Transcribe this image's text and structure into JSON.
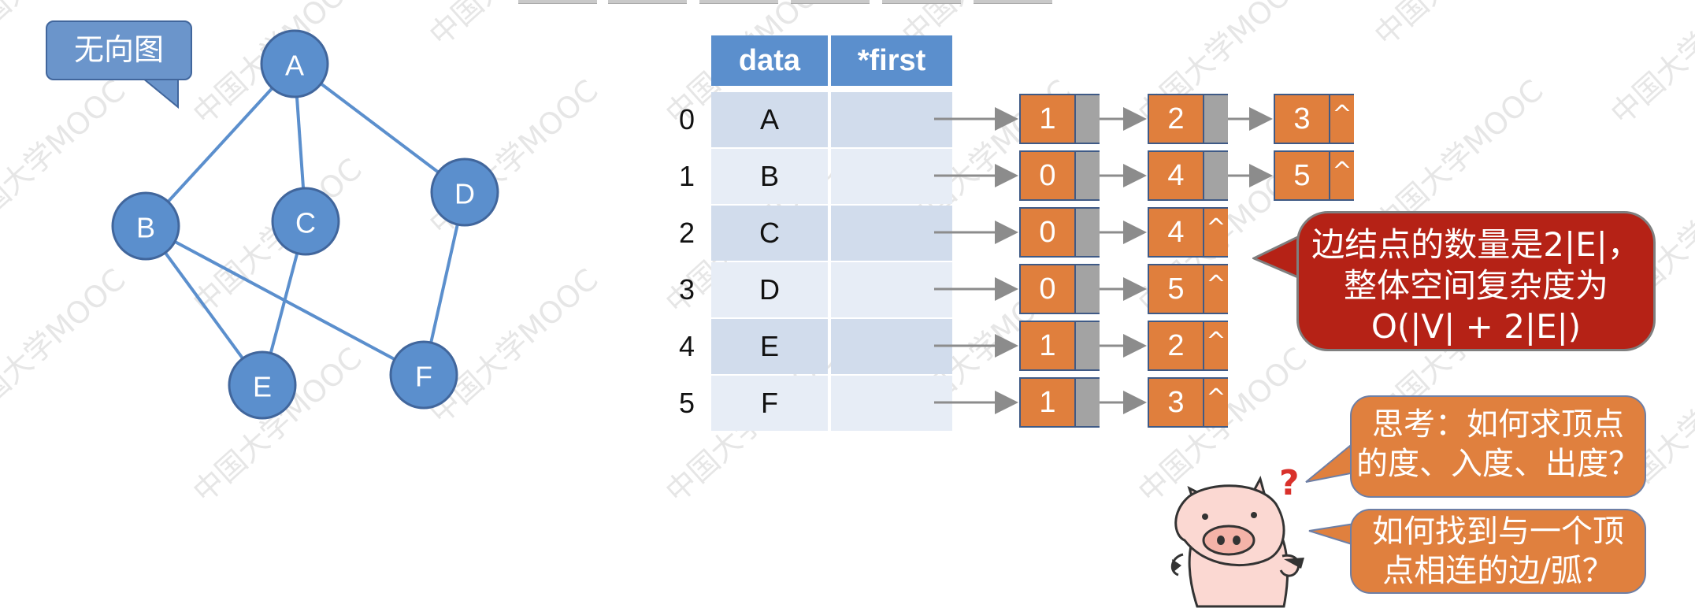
{
  "tag_label": "无向图",
  "graph": {
    "vertices": [
      "A",
      "B",
      "C",
      "D",
      "E",
      "F"
    ],
    "edges": [
      [
        "A",
        "B"
      ],
      [
        "A",
        "C"
      ],
      [
        "A",
        "D"
      ],
      [
        "B",
        "E"
      ],
      [
        "B",
        "F"
      ],
      [
        "C",
        "E"
      ],
      [
        "D",
        "F"
      ]
    ]
  },
  "table": {
    "headers": [
      "data",
      "*first"
    ],
    "rows": [
      {
        "index": "0",
        "data": "A",
        "adj": [
          "1",
          "2",
          "3"
        ]
      },
      {
        "index": "1",
        "data": "B",
        "adj": [
          "0",
          "4",
          "5"
        ]
      },
      {
        "index": "2",
        "data": "C",
        "adj": [
          "0",
          "4"
        ]
      },
      {
        "index": "3",
        "data": "D",
        "adj": [
          "0",
          "5"
        ]
      },
      {
        "index": "4",
        "data": "E",
        "adj": [
          "1",
          "2"
        ]
      },
      {
        "index": "5",
        "data": "F",
        "adj": [
          "1",
          "3"
        ]
      }
    ],
    "null_symbol": "^"
  },
  "callout_complexity": [
    "边结点的数量是2|E|，",
    "整体空间复杂度为",
    "O(|V| + 2|E|)"
  ],
  "callout_degree": [
    "思考：如何求顶点",
    "的度、入度、出度？"
  ],
  "callout_neighbors": [
    "如何找到与一个顶",
    "点相连的边/弧？"
  ],
  "mascot_mark": "?",
  "watermark": "中国大学MOOC",
  "colors": {
    "vertex_fill": "#5b8fcd",
    "edge": "#5b8fcd",
    "header": "#5b8fcd",
    "node_value": "#e07f3d",
    "node_pointer": "#a3a3a3",
    "callout_red": "#b52216",
    "callout_orange": "#e0803e"
  }
}
